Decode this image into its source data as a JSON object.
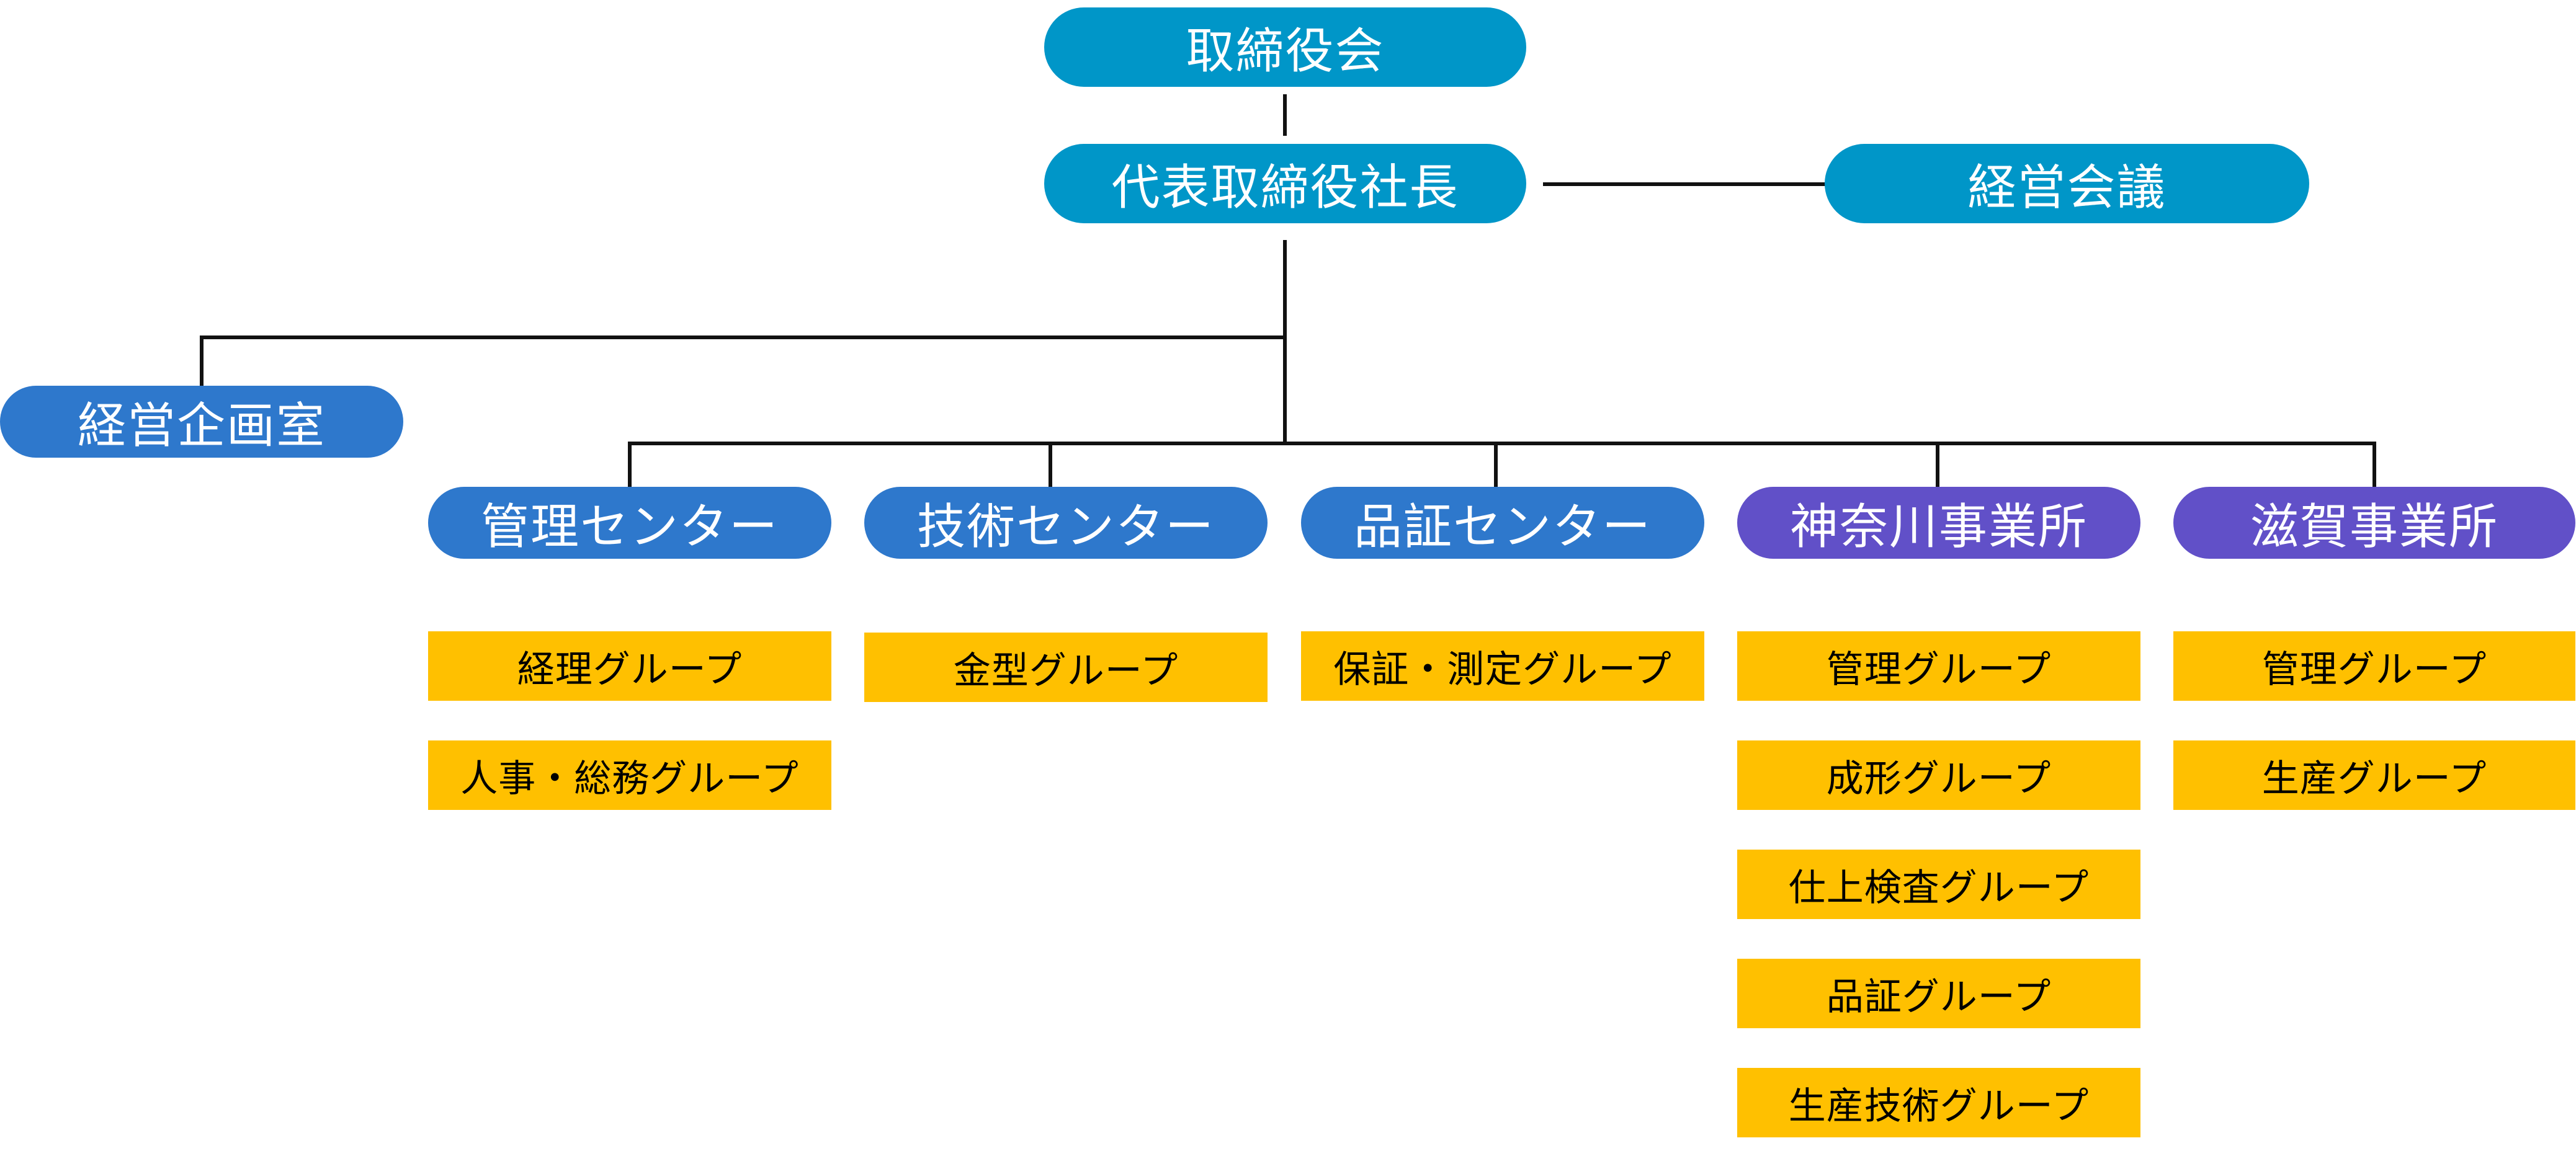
{
  "org": {
    "board": "取締役会",
    "president": "代表取締役社長",
    "management_meeting": "経営会議",
    "corporate_planning": "経営企画室",
    "units": [
      {
        "name": "管理センター",
        "kind": "center",
        "groups": [
          "経理グループ",
          "人事・総務グループ"
        ]
      },
      {
        "name": "技術センター",
        "kind": "center",
        "groups": [
          "金型グループ"
        ]
      },
      {
        "name": "品証センター",
        "kind": "center",
        "groups": [
          "保証・測定グループ"
        ]
      },
      {
        "name": "神奈川事業所",
        "kind": "site",
        "groups": [
          "管理グループ",
          "成形グループ",
          "仕上検査グループ",
          "品証グループ",
          "生産技術グループ"
        ]
      },
      {
        "name": "滋賀事業所",
        "kind": "site",
        "groups": [
          "管理グループ",
          "生産グループ"
        ]
      }
    ]
  },
  "colors": {
    "executive": "#0096C8",
    "center": "#2E78CC",
    "site": "#6150C8",
    "group": "#FFC000",
    "line": "#111111"
  }
}
